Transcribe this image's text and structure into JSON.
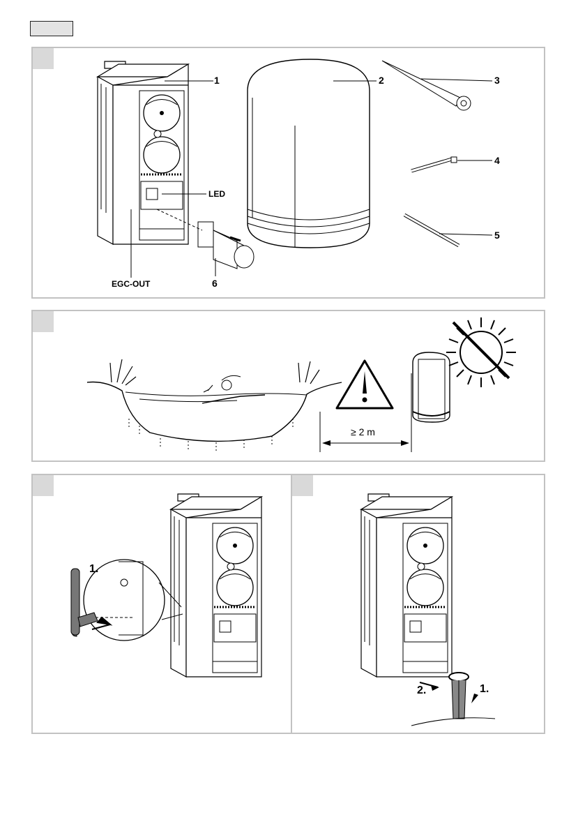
{
  "figure1": {
    "callouts": [
      "1",
      "2",
      "3",
      "4",
      "5",
      "6"
    ],
    "led_label": "LED",
    "egc_label": "EGC-OUT"
  },
  "figure2": {
    "distance_label": "≥ 2 m"
  },
  "figure3": {
    "step1": "1."
  },
  "figure4": {
    "step1": "1.",
    "step2": "2."
  }
}
